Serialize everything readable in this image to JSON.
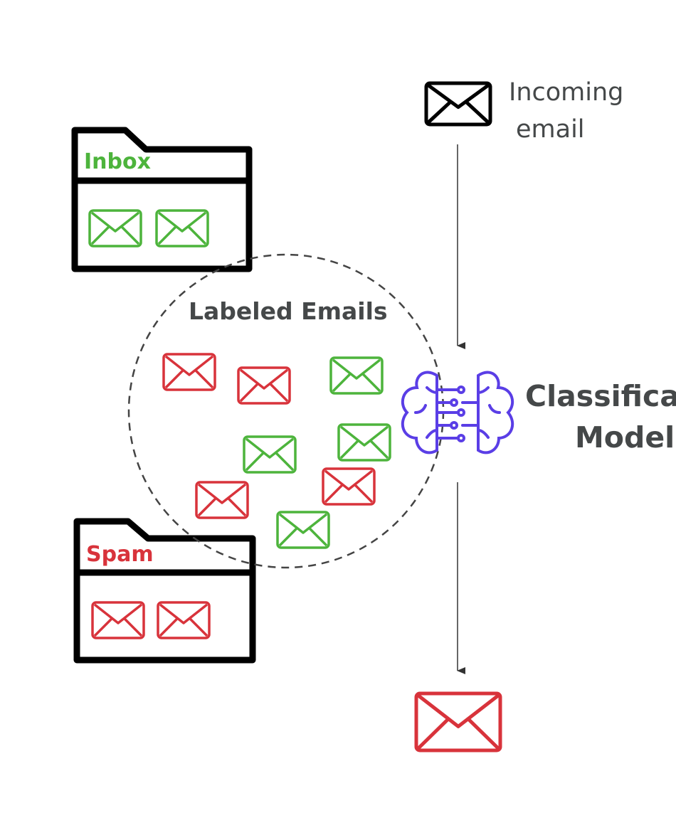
{
  "colors": {
    "inbox": "#4db43c",
    "spam": "#d8333b",
    "model": "#5a3ee6",
    "text": "#454849",
    "outline": "#000000"
  },
  "incoming": {
    "label_line1": "Incoming",
    "label_line2": "email"
  },
  "inbox": {
    "label": "Inbox",
    "email_count": 2
  },
  "spam": {
    "label": "Spam",
    "email_count": 2
  },
  "labeled": {
    "title": "Labeled Emails",
    "emails": [
      "spam",
      "spam",
      "inbox",
      "inbox",
      "inbox",
      "spam",
      "spam",
      "inbox"
    ]
  },
  "model": {
    "label_line1": "Classificati",
    "label_line2": "Model",
    "icon": "brain-circuit-icon"
  },
  "output": {
    "class": "spam"
  }
}
